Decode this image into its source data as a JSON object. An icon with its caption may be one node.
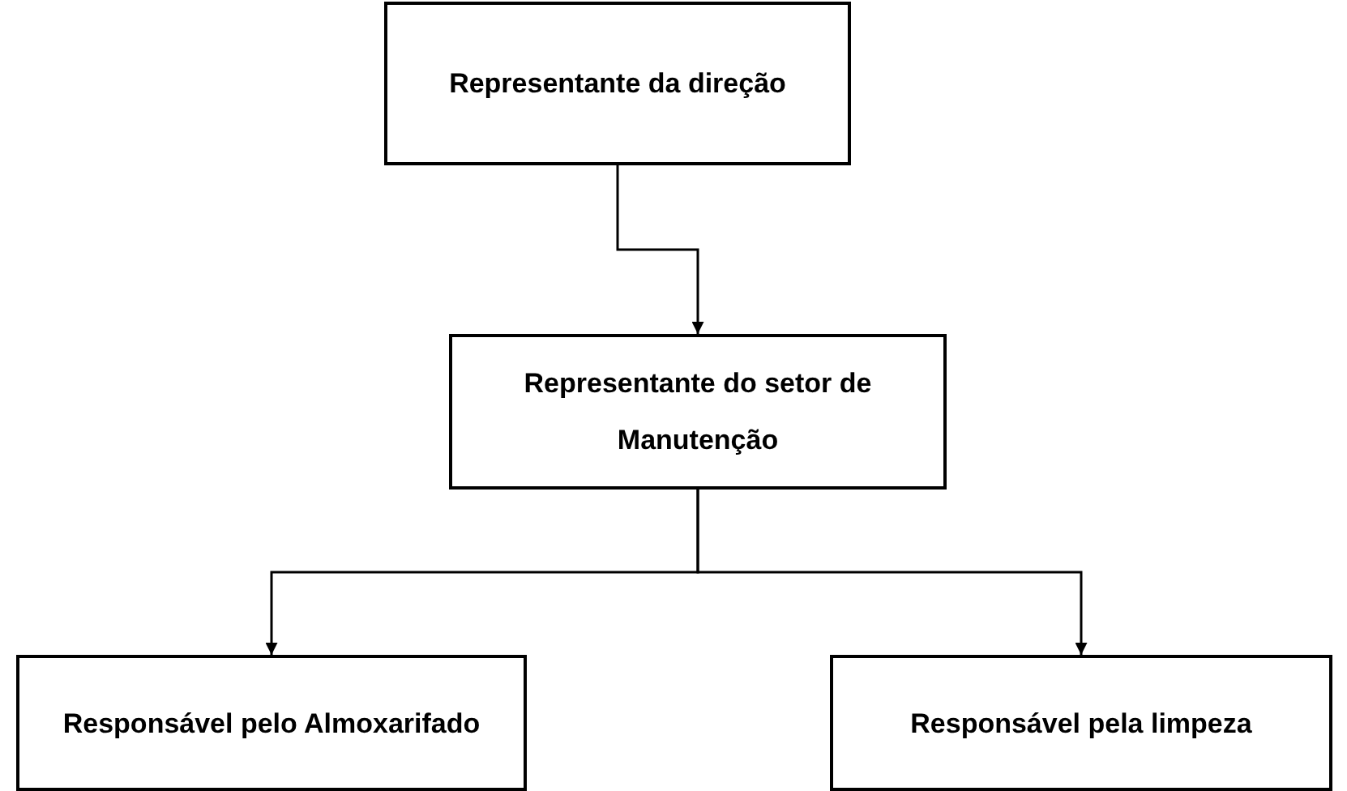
{
  "diagram": {
    "nodes": [
      {
        "text": [
          "Representante da direção"
        ]
      },
      {
        "text": [
          "Representante do setor de Manutenção"
        ]
      },
      {
        "text": [
          "Responsável pelo Almoxarifado"
        ]
      },
      {
        "text": [
          "Responsável pela limpeza"
        ]
      }
    ],
    "edges": [
      {
        "from": 0,
        "to": 1,
        "arrow": "to"
      },
      {
        "from": 1,
        "to": 2,
        "arrow": "to"
      },
      {
        "from": 1,
        "to": 3,
        "arrow": "to"
      }
    ]
  }
}
